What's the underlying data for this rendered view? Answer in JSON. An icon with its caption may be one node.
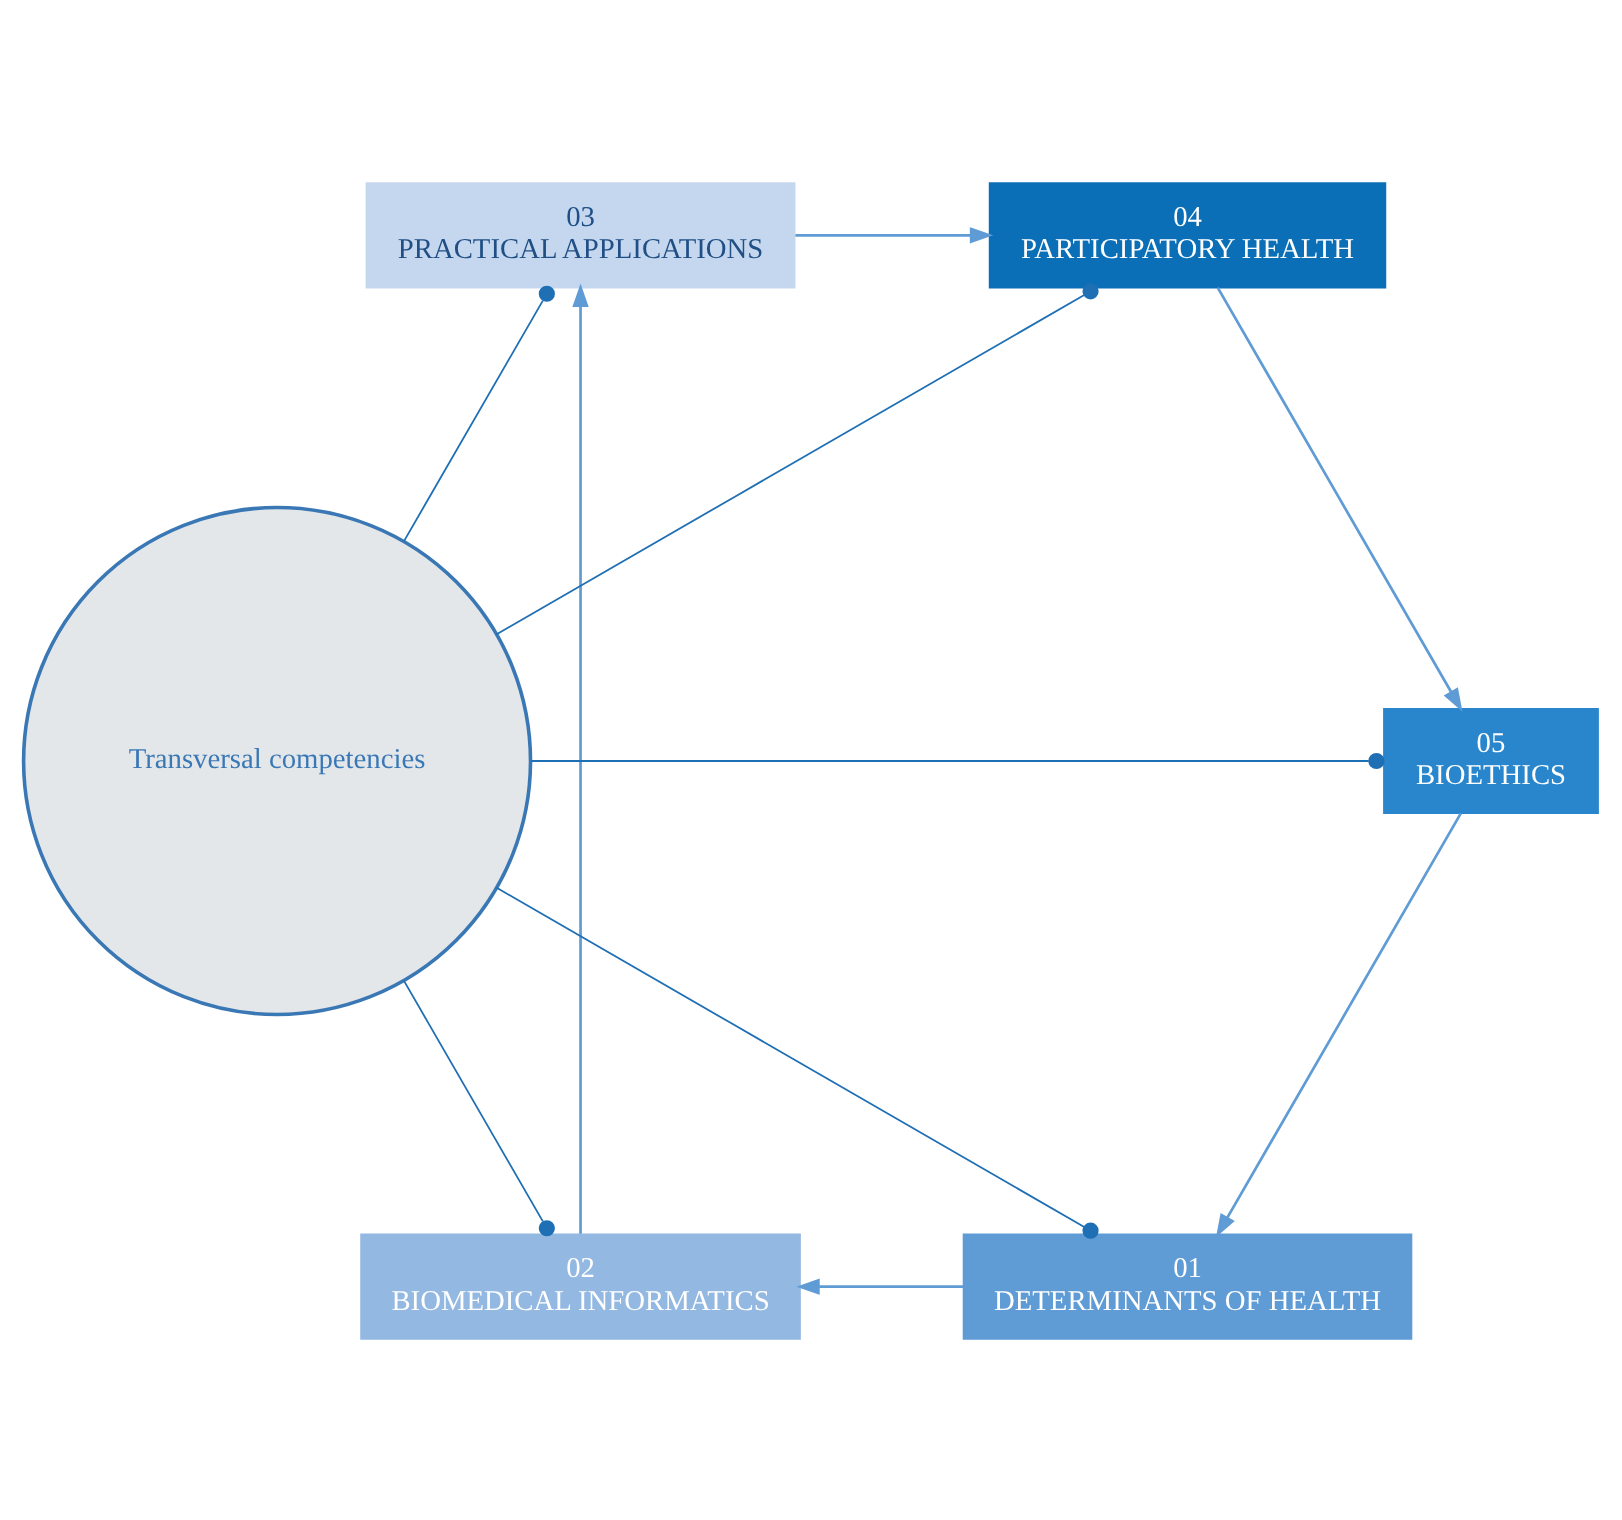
{
  "diagram": {
    "nodes": [
      {
        "text": [
          "01",
          "DETERMINANTS OF HEALTH"
        ]
      },
      {
        "text": [
          "02",
          "BIOMEDICAL INFORMATICS"
        ]
      },
      {
        "text": [
          "03",
          "PRACTICAL APPLICATIONS"
        ]
      },
      {
        "text": [
          "04",
          "PARTICIPATORY HEALTH"
        ]
      },
      {
        "text": [
          "05",
          "BIOETHICS"
        ]
      },
      {
        "text": [
          "Transversal competencies"
        ]
      }
    ],
    "edges": [
      {
        "from": 0,
        "to": 1,
        "arrow": "to"
      },
      {
        "from": 1,
        "to": 2,
        "arrow": "to"
      },
      {
        "from": 2,
        "to": 3,
        "arrow": "to"
      },
      {
        "from": 3,
        "to": 4,
        "arrow": "to"
      },
      {
        "from": 4,
        "to": 0,
        "arrow": "to"
      },
      {
        "from": 5,
        "to": 0,
        "arrow": "other"
      },
      {
        "from": 5,
        "to": 1,
        "arrow": "other"
      },
      {
        "from": 5,
        "to": 2,
        "arrow": "other"
      },
      {
        "from": 5,
        "to": 3,
        "arrow": "other"
      },
      {
        "from": 5,
        "to": 4,
        "arrow": "other"
      }
    ]
  }
}
